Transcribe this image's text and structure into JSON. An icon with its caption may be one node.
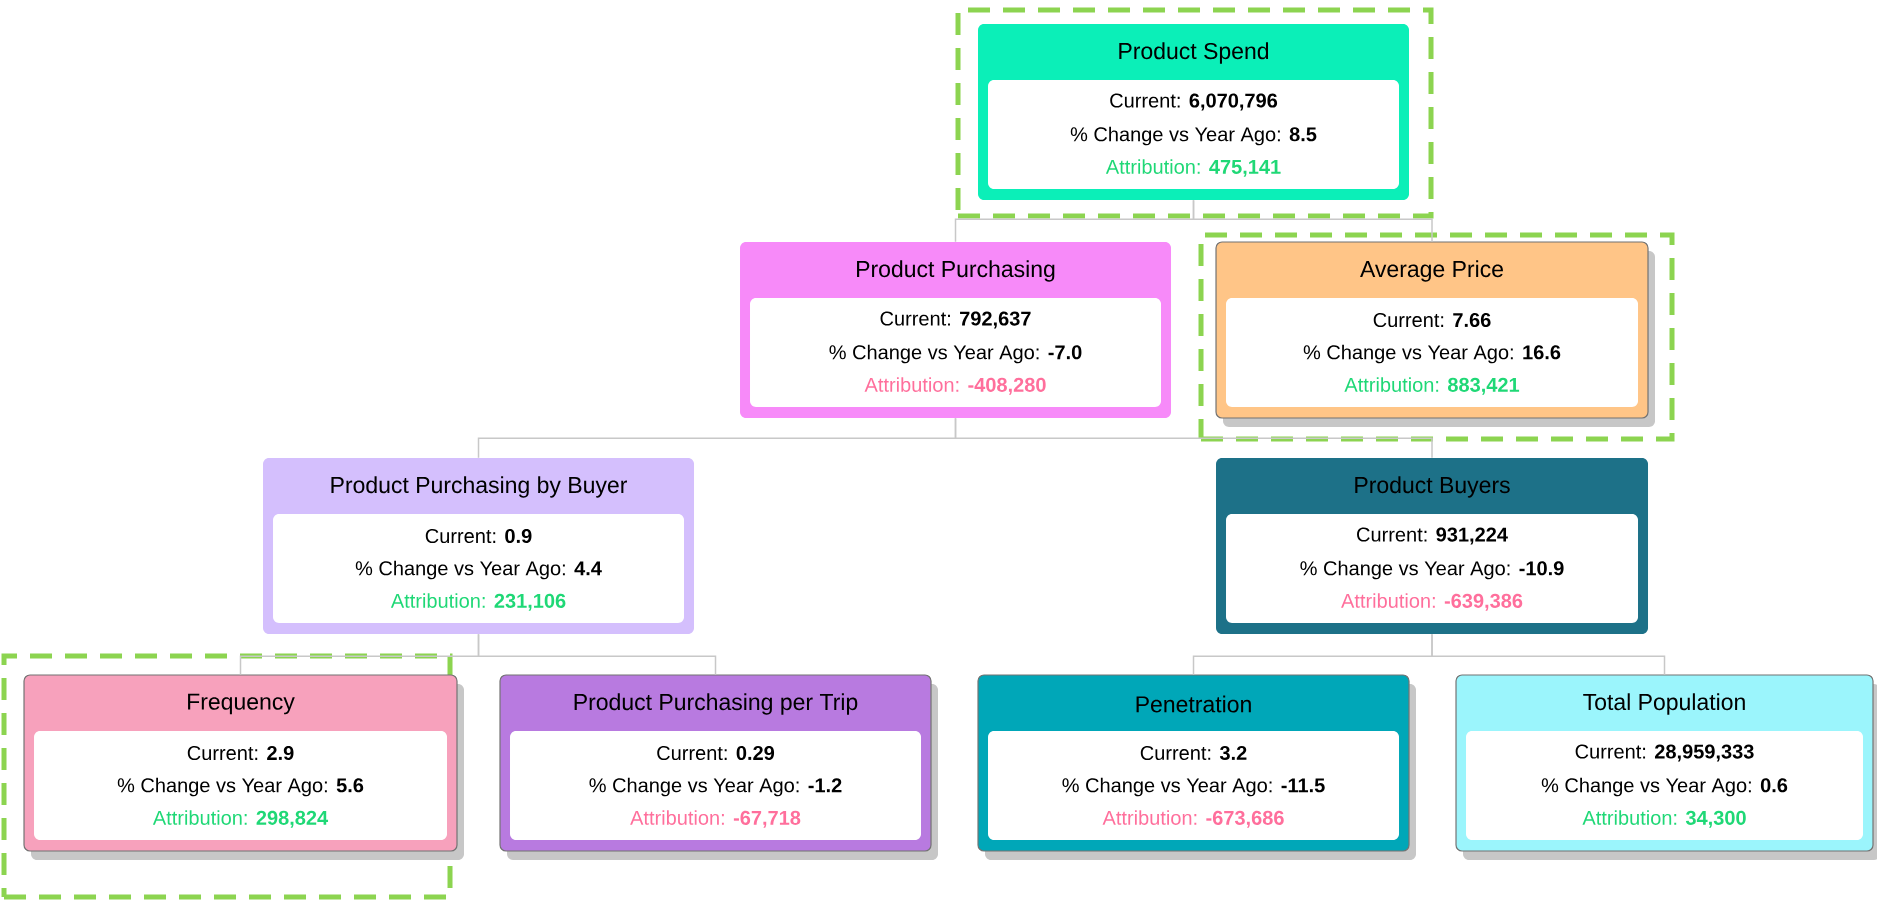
{
  "diagram": {
    "nodes": [
      {
        "text": [],
        "shape": "box"
      },
      {
        "text": [
          "Product Spend",
          "Current: **6,070,796**",
          "% Change vs Year Ago: **8.5**",
          "Attribution: **475,141**"
        ],
        "in": 0
      },
      {
        "text": [
          "Product Purchasing",
          "Current: **792,637**",
          "% Change vs Year Ago: **-7.0**",
          "Attribution: **-408,280**"
        ]
      },
      {
        "text": [],
        "shape": "box"
      },
      {
        "text": [
          "Average Price",
          "Current: **7.66**",
          "% Change vs Year Ago: **16.6**",
          "Attribution: **883,421**"
        ],
        "in": 3
      },
      {
        "text": [
          "Product Purchasing by Buyer",
          "Current: **0.9**",
          "% Change vs Year Ago: **4.4**",
          "Attribution: **231,106**"
        ]
      },
      {
        "text": [
          "Product Buyers",
          "Current: **931,224**",
          "% Change vs Year Ago: **-10.9**",
          "Attribution: **-639,386**"
        ]
      },
      {
        "text": [],
        "shape": "box"
      },
      {
        "text": [
          "Frequency",
          "Current: **2.9**",
          "% Change vs Year Ago: **5.6**",
          "Attribution: **298,824**"
        ],
        "in": 7
      },
      {
        "text": [
          "Product Purchasing per Trip",
          "Current: **0.29**",
          "% Change vs Year Ago: **-1.2**",
          "Attribution: **-67,718**"
        ]
      },
      {
        "text": [
          "Penetration",
          "Current: **3.2**",
          "% Change vs Year Ago: **-11.5**",
          "Attribution: **-673,686**"
        ]
      },
      {
        "text": [
          "Total Population",
          "Current: **28,959,333**",
          "% Change vs Year Ago: **0.6**",
          "Attribution: **34,300**"
        ]
      }
    ],
    "edges": [
      {
        "from": 1,
        "to": 2,
        "arrow": "none"
      },
      {
        "from": 1,
        "to": 4,
        "arrow": "none"
      },
      {
        "from": 2,
        "to": 5,
        "arrow": "none"
      },
      {
        "from": 2,
        "to": 6,
        "arrow": "none"
      },
      {
        "from": 5,
        "to": 8,
        "arrow": "none"
      },
      {
        "from": 5,
        "to": 9,
        "arrow": "none"
      },
      {
        "from": 6,
        "to": 10,
        "arrow": "none"
      },
      {
        "from": 6,
        "to": 11,
        "arrow": "none"
      }
    ]
  }
}
